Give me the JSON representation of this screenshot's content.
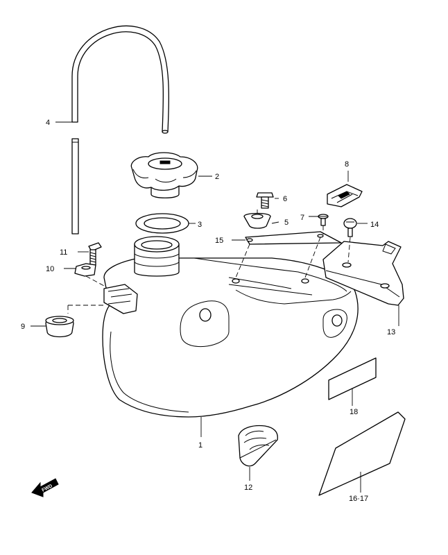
{
  "colors": {
    "line": "#000000",
    "background": "#ffffff"
  },
  "callouts": {
    "c1": "1",
    "c2": "2",
    "c3": "3",
    "c4": "4",
    "c5": "5",
    "c6": "6",
    "c7": "7",
    "c8": "8",
    "c9": "9",
    "c10": "10",
    "c11": "11",
    "c12": "12",
    "c13": "13",
    "c14": "14",
    "c15": "15",
    "c16_17": "16·17",
    "c18": "18"
  },
  "fwd_label": "FWD",
  "icons": {
    "fwd": "fwd-arrow-icon"
  }
}
